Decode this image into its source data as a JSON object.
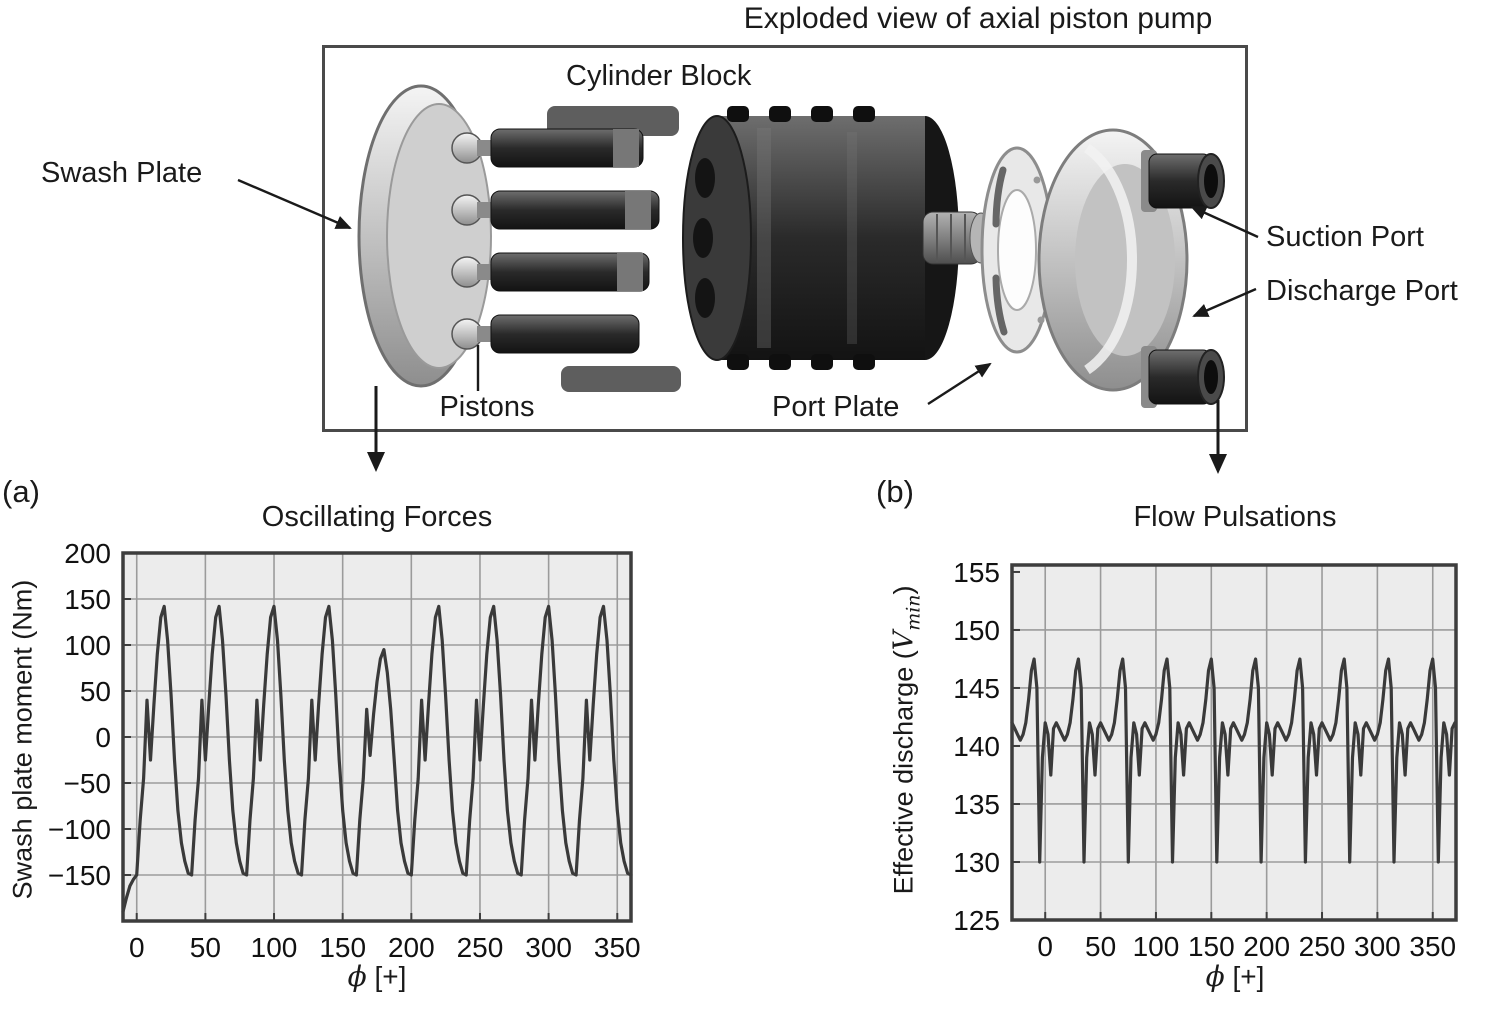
{
  "colors": {
    "plot_bg": "#ececec",
    "grid": "#9b9b9b",
    "frame": "#3d3d3d",
    "line": "#3a3a3a",
    "ink": "#1a1a1a"
  },
  "figure": {
    "title": "Exploded view of axial piston pump",
    "labels": {
      "cylinder_block": "Cylinder Block",
      "swash_plate": "Swash Plate",
      "pistons": "Pistons",
      "port_plate": "Port Plate",
      "suction_port": "Suction Port",
      "discharge_port": "Discharge Port"
    },
    "panel_a": "(a)",
    "panel_b": "(b)"
  },
  "chart_data": [
    {
      "id": "oscillating-forces",
      "type": "line",
      "title": "Oscillating Forces",
      "xlabel": "ϕ [+]",
      "xlabel_symbol": "ϕ",
      "xlabel_unit": "[+]",
      "ylabel": "Swash plate moment (Nm)",
      "xlim": [
        -10,
        360
      ],
      "ylim": [
        -200,
        200
      ],
      "xticks": [
        0,
        50,
        100,
        150,
        200,
        250,
        300,
        350
      ],
      "yticks": [
        -150,
        -100,
        -50,
        0,
        50,
        100,
        150,
        200
      ],
      "grid": true,
      "legend": "none",
      "x0": -10,
      "dx": 2.5,
      "values": [
        -190,
        -175,
        -162,
        -155,
        -150,
        -90,
        -45,
        40,
        -25,
        35,
        90,
        130,
        142,
        105,
        45,
        -25,
        -80,
        -115,
        -135,
        -148,
        -150,
        -90,
        -45,
        40,
        -25,
        35,
        90,
        130,
        142,
        105,
        45,
        -25,
        -80,
        -115,
        -135,
        -148,
        -150,
        -90,
        -45,
        40,
        -25,
        35,
        90,
        130,
        142,
        105,
        45,
        -25,
        -80,
        -115,
        -135,
        -148,
        -150,
        -90,
        -45,
        40,
        -25,
        35,
        90,
        130,
        142,
        105,
        45,
        -25,
        -80,
        -115,
        -135,
        -148,
        -150,
        -90,
        -45,
        30,
        -20,
        25,
        60,
        85,
        95,
        70,
        30,
        -25,
        -80,
        -115,
        -135,
        -148,
        -150,
        -90,
        -45,
        40,
        -25,
        35,
        90,
        130,
        142,
        105,
        45,
        -25,
        -80,
        -115,
        -135,
        -148,
        -150,
        -90,
        -45,
        40,
        -25,
        35,
        90,
        130,
        142,
        105,
        45,
        -25,
        -80,
        -115,
        -135,
        -148,
        -150,
        -90,
        -45,
        40,
        -25,
        35,
        90,
        130,
        142,
        105,
        45,
        -25,
        -80,
        -115,
        -135,
        -148,
        -150,
        -90,
        -45,
        40,
        -25,
        35,
        90,
        130,
        142,
        105,
        45,
        -25,
        -80,
        -115,
        -135,
        -148,
        -150
      ]
    },
    {
      "id": "flow-pulsations",
      "type": "line",
      "title": "Flow Pulsations",
      "xlabel": "ϕ [+]",
      "xlabel_symbol": "ϕ",
      "xlabel_unit": "[+]",
      "ylabel": "Effective discharge (Vmin)",
      "ylabel_parts": {
        "pre": "Effective discharge (",
        "symbol": "V",
        "sub": "min",
        "post": ")"
      },
      "xlim": [
        -30,
        371
      ],
      "ylim": [
        125,
        155.6
      ],
      "xticks": [
        0,
        50,
        100,
        150,
        200,
        250,
        300,
        350
      ],
      "yticks": [
        125,
        130,
        135,
        140,
        145,
        150,
        155
      ],
      "grid": true,
      "legend": "none",
      "x0": -30,
      "dx": 2.5,
      "values": [
        142,
        141.5,
        141,
        140.5,
        141,
        142,
        144,
        146.5,
        147.5,
        145,
        130,
        139,
        142,
        141,
        137.5,
        141.5,
        142,
        141.5,
        141,
        140.5,
        141,
        142,
        144,
        146.5,
        147.5,
        145,
        130,
        139,
        142,
        141,
        137.5,
        141.5,
        142,
        141.5,
        141,
        140.5,
        141,
        142,
        144,
        146.5,
        147.5,
        145,
        130,
        139,
        142,
        141,
        137.5,
        141.5,
        142,
        141.5,
        141,
        140.5,
        141,
        142,
        144,
        146.5,
        147.5,
        145,
        130,
        139,
        142,
        141,
        137.5,
        141.5,
        142,
        141.5,
        141,
        140.5,
        141,
        142,
        144,
        146.5,
        147.5,
        145,
        130,
        139,
        142,
        141,
        137.5,
        141.5,
        142,
        141.5,
        141,
        140.5,
        141,
        142,
        144,
        146.5,
        147.5,
        145,
        130,
        139,
        142,
        141,
        137.5,
        141.5,
        142,
        141.5,
        141,
        140.5,
        141,
        142,
        144,
        146.5,
        147.5,
        145,
        130,
        139,
        142,
        141,
        137.5,
        141.5,
        142,
        141.5,
        141,
        140.5,
        141,
        142,
        144,
        146.5,
        147.5,
        145,
        130,
        139,
        142,
        141,
        137.5,
        141.5,
        142,
        141.5,
        141,
        140.5,
        141,
        142,
        144,
        146.5,
        147.5,
        145,
        130,
        139,
        142,
        141,
        137.5,
        141.5,
        142,
        141.5,
        141,
        140.5,
        141,
        142,
        144,
        146.5,
        147.5,
        145,
        130,
        139,
        142,
        141,
        137.5,
        141.5,
        142
      ]
    }
  ]
}
